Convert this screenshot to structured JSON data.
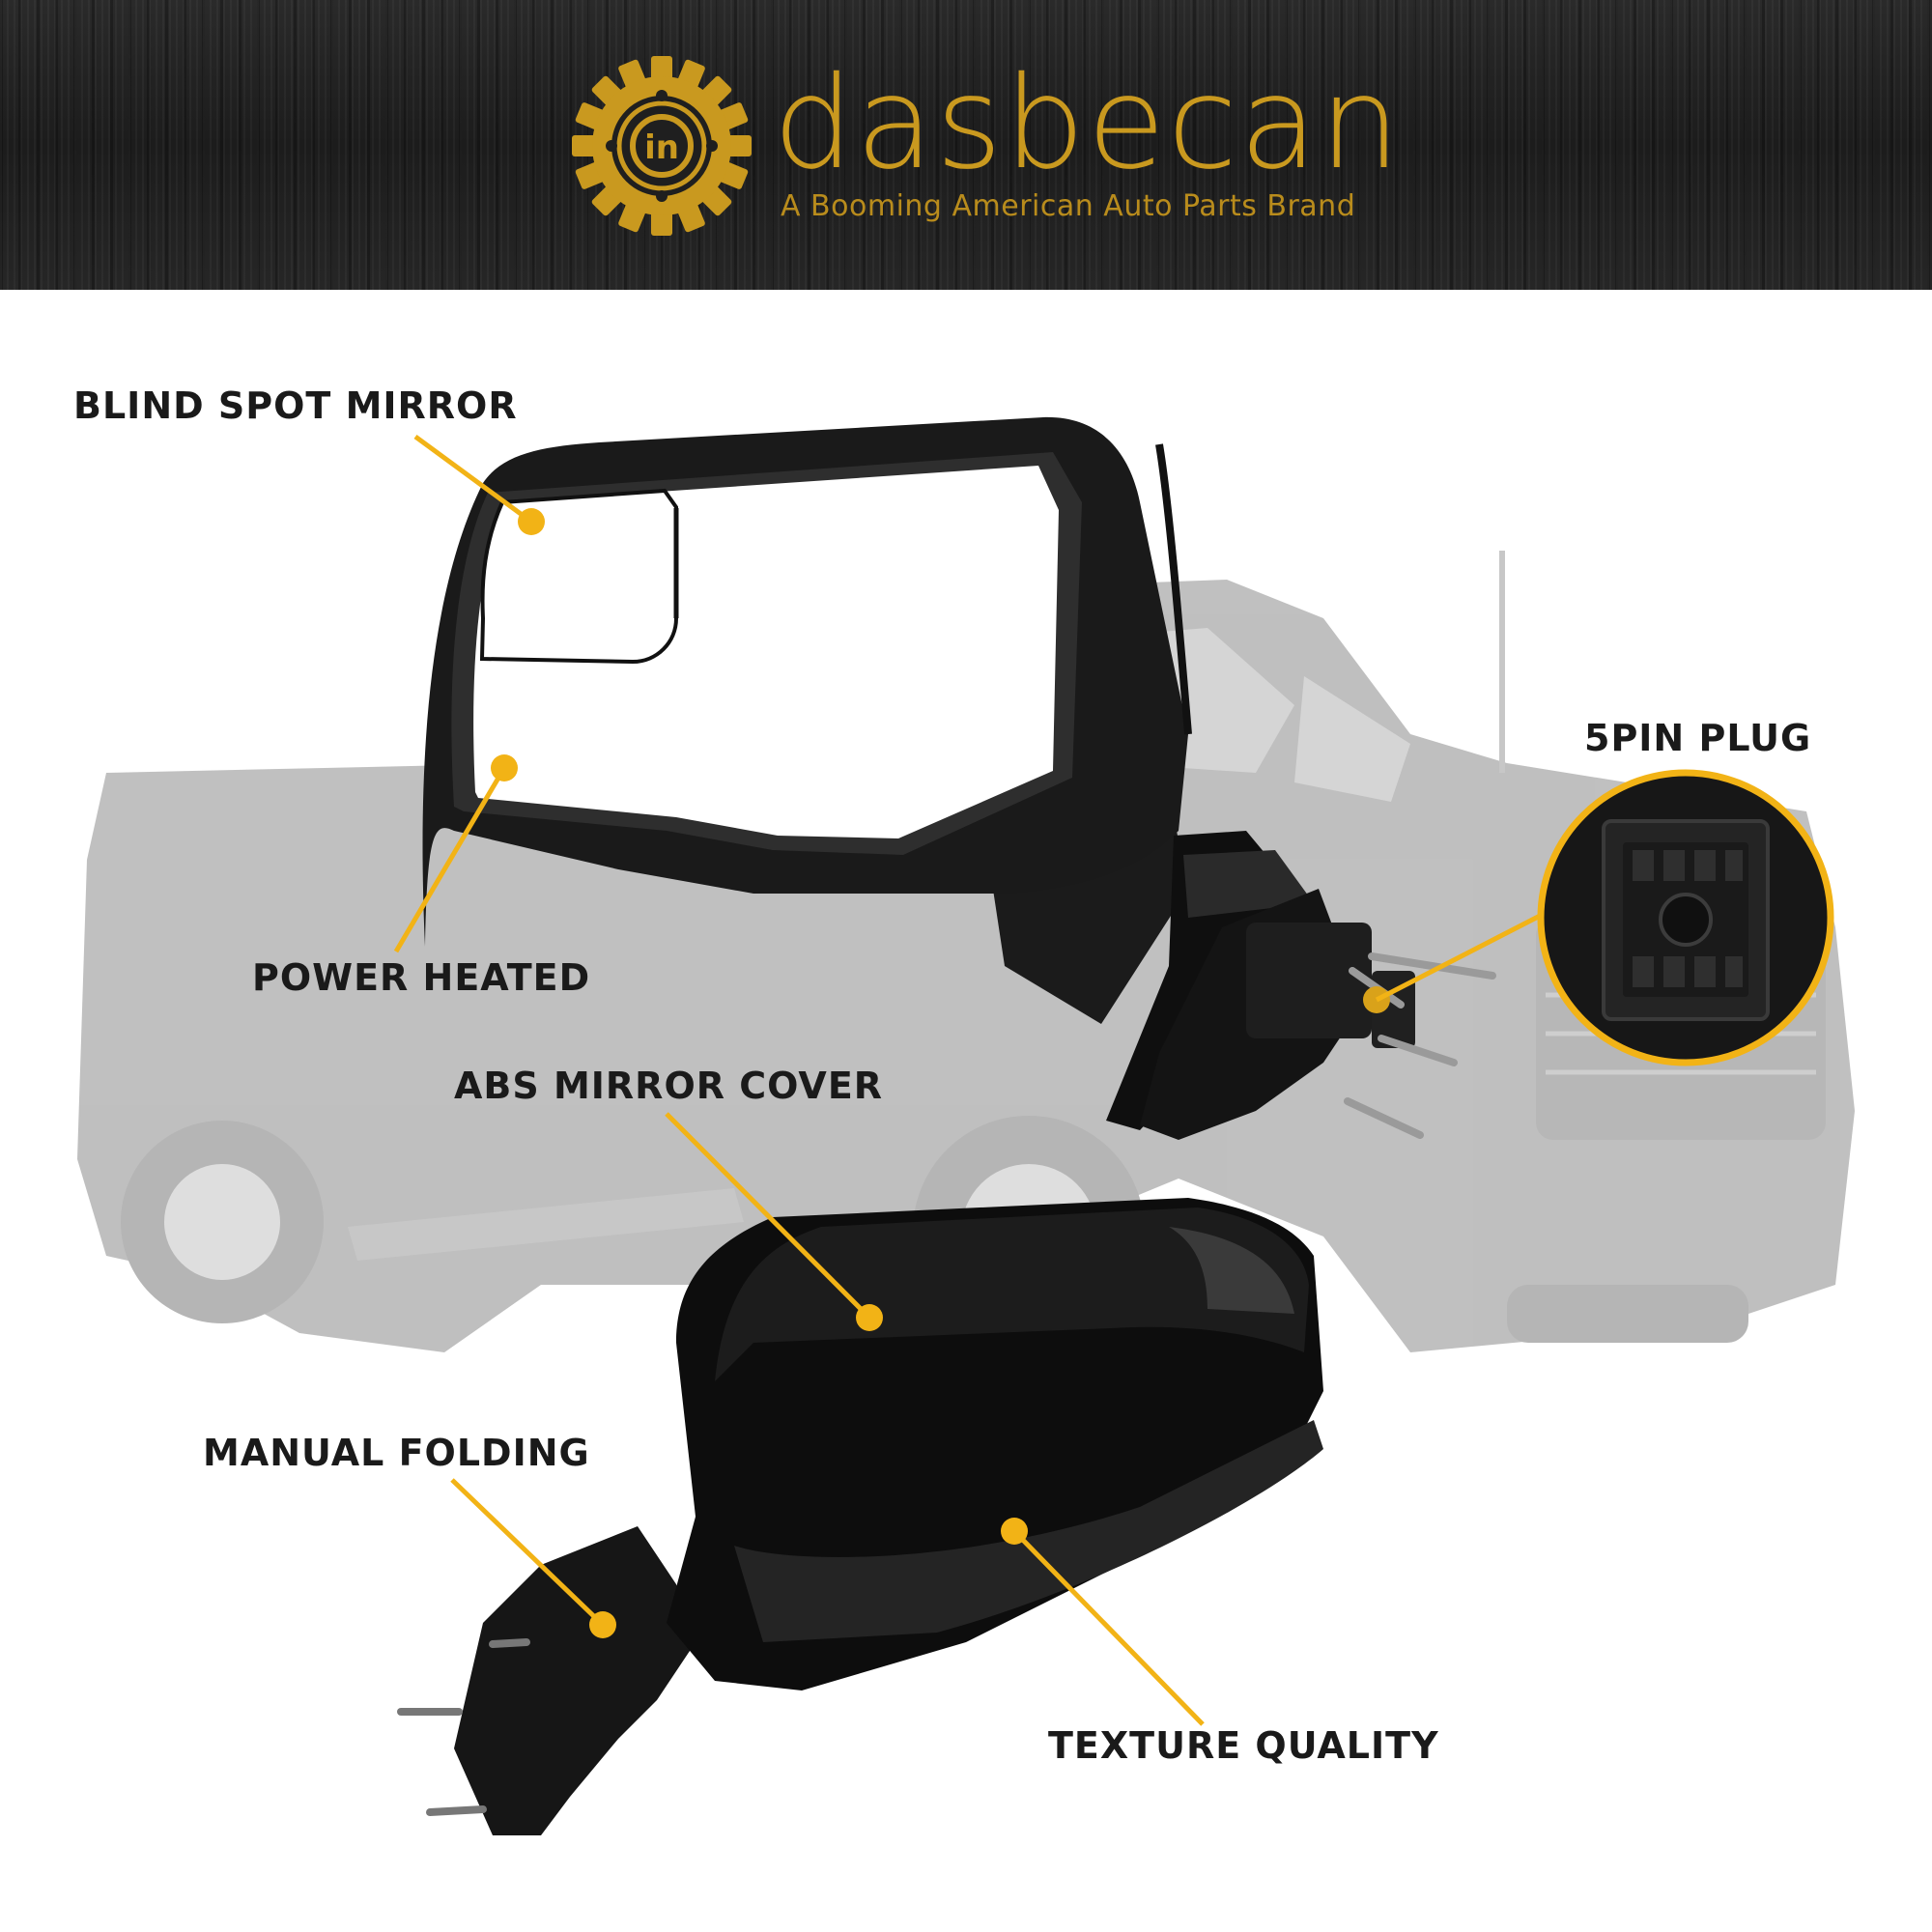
{
  "brand": {
    "name": "dasbecan",
    "tagline": "A Booming American Auto Parts Brand",
    "logo_icon": "gear-in-logo-icon",
    "logo_text": "in"
  },
  "callouts": {
    "blind_spot_mirror": "BLIND SPOT MIRROR",
    "power_heated": "POWER HEATED",
    "abs_mirror_cover": "ABS MIRROR COVER",
    "five_pin_plug": "5PIN PLUG",
    "manual_folding": "MANUAL FOLDING",
    "texture_quality": "TEXTURE QUALITY"
  },
  "colors": {
    "accent": "#f2b316",
    "brand_gold": "#c9991f",
    "header_bg": "#1f1f1f",
    "label_text": "#1a1a1a"
  }
}
